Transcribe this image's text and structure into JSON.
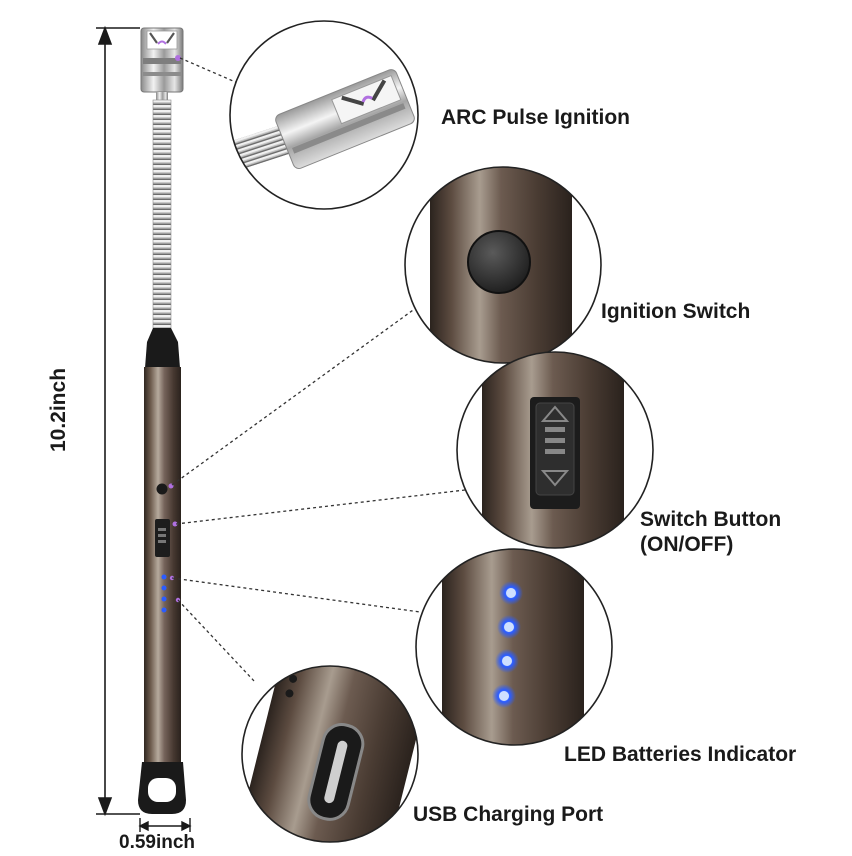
{
  "dimensions": {
    "height": "10.2inch",
    "width": "0.59inch"
  },
  "callouts": [
    {
      "label": "ARC Pulse Ignition"
    },
    {
      "label": "Ignition Switch"
    },
    {
      "label": "Switch Button"
    },
    {
      "label": "(ON/OFF)"
    },
    {
      "label": "LED Batteries Indicator"
    },
    {
      "label": "USB Charging Port"
    }
  ],
  "colors": {
    "body_metal": "#5a4a3e",
    "body_highlight": "#b3a79a",
    "led_blue": "#2b5cff",
    "arc_purple": "#b070e0",
    "leader_line": "#333333"
  }
}
